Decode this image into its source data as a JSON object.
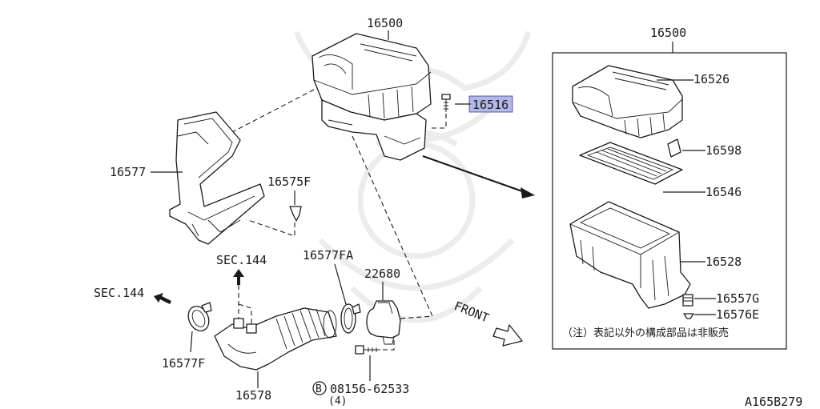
{
  "labels": {
    "air_cleaner_assy": "16500",
    "detail_title": "16500",
    "bolt_16516": "16516",
    "duct_16577": "16577",
    "clip_16575F": "16575F",
    "sec144_upper": "SEC.144",
    "clamp_16577FA": "16577FA",
    "airflow_meter_22680": "22680",
    "sec144_left": "SEC.144",
    "clamp_16577F": "16577F",
    "hose_16578": "16578",
    "bolt_circle_marker": "B",
    "bolt_08156": "08156-62533",
    "bolt_qty": "(4)",
    "front_marker": "FRONT",
    "cover_16526": "16526",
    "clip_16598": "16598",
    "element_16546": "16546",
    "case_16528": "16528",
    "mount_16557G": "16557G",
    "mount_16576E": "16576E",
    "note": "（注）表記以外の構成部品は非販売",
    "diagram_code": "A165B279"
  },
  "colors": {
    "line": "#1a1a1a",
    "highlight": "#b3b8e8",
    "watermark": "#ececec"
  }
}
